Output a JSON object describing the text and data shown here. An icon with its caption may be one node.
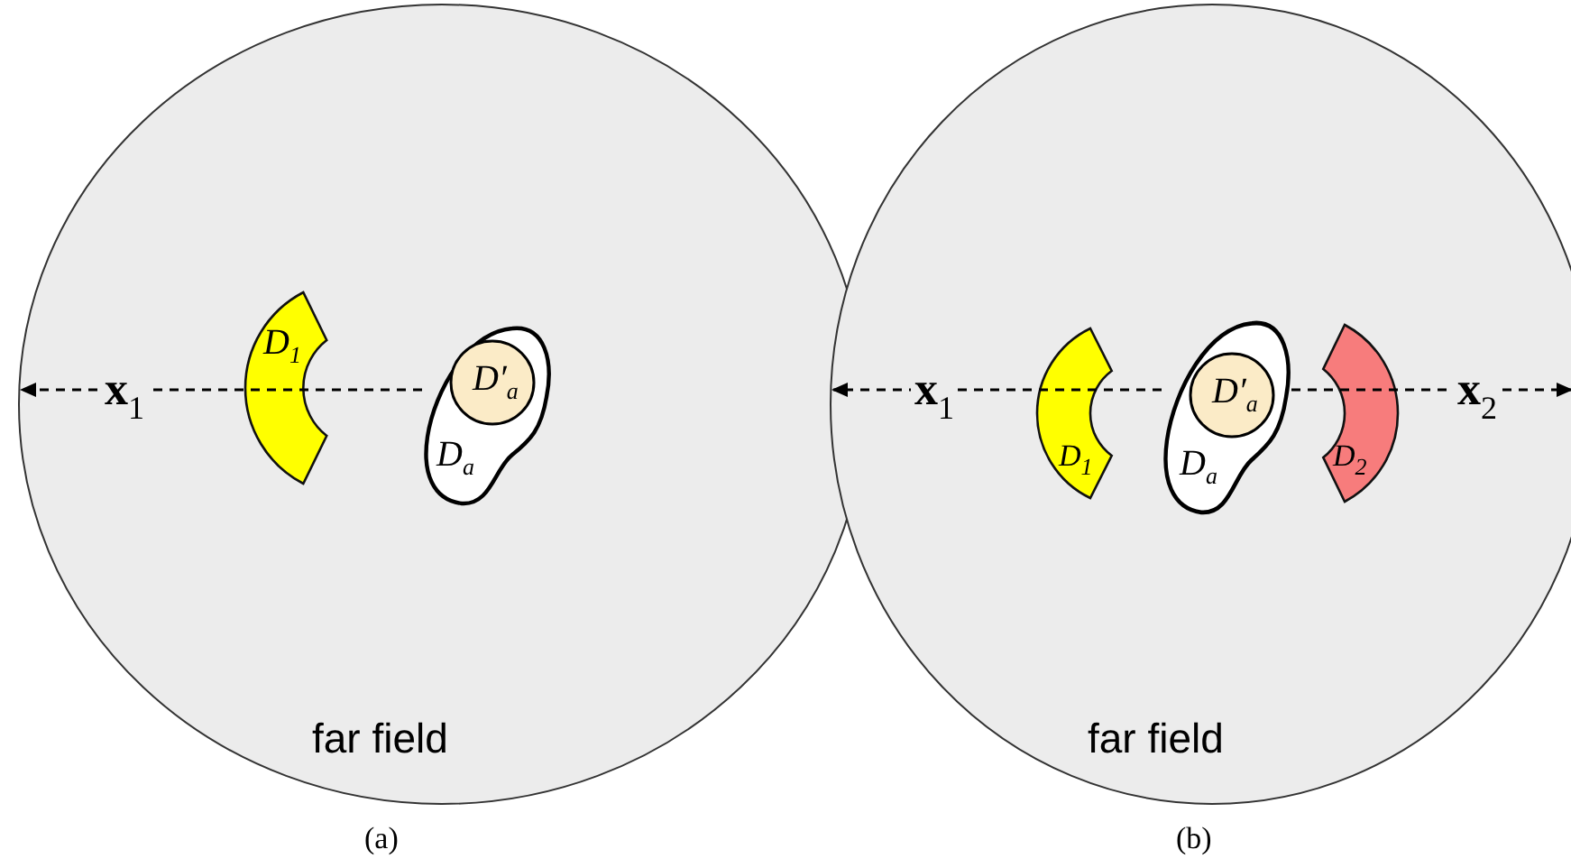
{
  "diagram": {
    "nodes": [
      {
        "text": [
          "far field"
        ]
      },
      {
        "text": [
          "D$_{1}$"
        ],
        "in": 0
      },
      {
        "text": [
          "D$_{a}$"
        ],
        "in": 0
      },
      {
        "text": [
          "D′$_{a}$"
        ],
        "in": 2
      },
      {
        "text": [
          "far field"
        ]
      },
      {
        "text": [
          "D$_{1}$"
        ],
        "in": 4
      },
      {
        "text": [
          "D$_{a}$"
        ],
        "in": 4
      },
      {
        "text": [
          "D′$_{a}$"
        ],
        "in": 6
      },
      {
        "text": [
          "D$_{2}$"
        ],
        "in": 4
      }
    ],
    "edges": [
      {
        "from": 2,
        "to": null,
        "arrow": "to",
        "label": "**x**$_{1}$",
        "style": "dashed"
      },
      {
        "from": 6,
        "to": null,
        "arrow": "to",
        "label": "**x**$_{1}$",
        "style": "dashed"
      },
      {
        "from": 6,
        "to": null,
        "arrow": "to",
        "label": "**x**$_{2}$",
        "style": "dashed"
      }
    ],
    "labels": [
      "(a)",
      "(b)"
    ]
  }
}
